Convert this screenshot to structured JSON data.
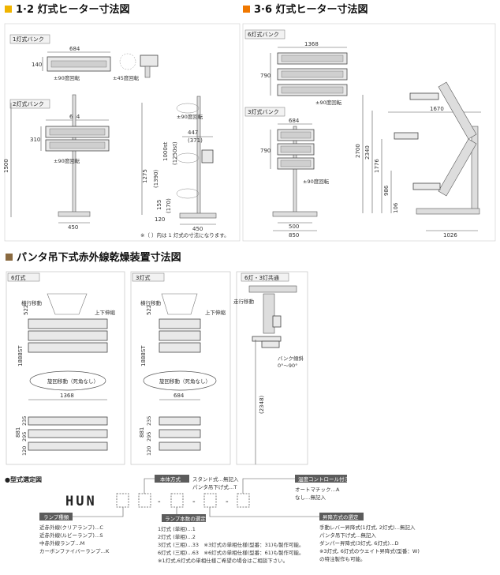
{
  "sections": {
    "s1": {
      "title": "1·2 灯式ヒーター寸法図",
      "accent": "#f0b400"
    },
    "s2": {
      "title": "3·6 灯式ヒーター寸法図",
      "accent": "#f07800"
    },
    "s3": {
      "title": "パンタ吊下式赤外線乾燥装置寸法図",
      "accent": "#8a6a40"
    }
  },
  "panels": {
    "p1": "1灯式バンク",
    "p2": "2灯式バンク",
    "p6": "6灯式バンク",
    "p3": "3灯式バンク",
    "panta6": "6灯式",
    "panta3": "3灯式",
    "common": "6灯・3灯共通"
  },
  "dims": {
    "d684a": "684",
    "d140": "140",
    "d90a": "±90度回転",
    "d45": "±45度回転",
    "d684b": "684",
    "d310": "310",
    "d90b": "±90度回転",
    "d1500": "1500",
    "d450a": "450",
    "d90c": "±90度回転",
    "d447": "447",
    "d371": "(371)",
    "d1275": "1275",
    "d1390": "(1390)",
    "d1000": "1000st",
    "d1250": "(1250st)",
    "d155": "155",
    "d170": "(170)",
    "d120": "120",
    "d450b": "450",
    "note1": "※（ ）内は 1 灯式の寸法になります。",
    "d1368a": "1368",
    "d790a": "790",
    "d90d": "±90度回転",
    "d684c": "684",
    "d790b": "790",
    "d90e": "±90度回転",
    "d500": "500",
    "d850": "850",
    "d1670": "1670",
    "d2700": "2700",
    "d2340": "2340",
    "d1776": "1776",
    "d986": "986",
    "d106": "106",
    "d1026": "1026",
    "m1": "横行移動",
    "m2": "上下伸縮",
    "d522a": "522",
    "d1888a": "1888ST",
    "r1": "旋回移動（死角なし）",
    "d1368b": "1368",
    "d881a": "881",
    "d235a": "235",
    "d295a": "295",
    "d120a": "120",
    "m3": "横行移動",
    "m4": "上下伸縮",
    "d522b": "522",
    "d1888b": "1888ST",
    "r2": "旋回移動（死角なし）",
    "d684d": "684",
    "d881b": "881",
    "d235b": "235",
    "d295b": "295",
    "d120b": "120",
    "m5": "走行移動",
    "d2348": "(2348)",
    "m6": "バンク傾斜",
    "m7": "0°～90°"
  },
  "model": {
    "heading": "●型式選定図",
    "prefix": "HUN",
    "tag_main": "本体方式",
    "main1": "スタンド式…無記入",
    "main2": "パンタ吊下げ式…T",
    "tag_temp": "温度コントロール付き",
    "temp1": "オートマチック…A",
    "temp2": "なし…無記入",
    "tag_lamp": "ランプ種類",
    "lamp1": "近赤外線(クリアランプ)…C",
    "lamp2": "近赤外線(ルビーランプ)…S",
    "lamp3": "中赤外線ランプ…M",
    "lamp4": "カーボンファイバーランプ…K",
    "tag_count": "ランプ本数の選定",
    "count1": "1灯式 (単相)…1",
    "count2": "2灯式 (単相)…2",
    "count3": "3灯式 (三相)…33　※3灯式の単相仕様(型番：31)も製作可能。",
    "count4": "6灯式 (三相)…63　※6灯式の単相仕様(型番：61)も製作可能。",
    "count5": "※1灯式,6灯式の単相仕様ご希望の場合はご相談下さい。",
    "tag_lift": "昇降方式の選定",
    "lift1": "手動レバー昇降式(1灯式, 2灯式)…無記入",
    "lift2": "パンタ吊下げ式…無記入",
    "lift3": "ダンパー昇降式(3灯式, 6灯式)…D",
    "lift4": "※3灯式, 6灯式のウエイト昇降式(型番：W)",
    "lift5": "の特注製作も可能。"
  }
}
